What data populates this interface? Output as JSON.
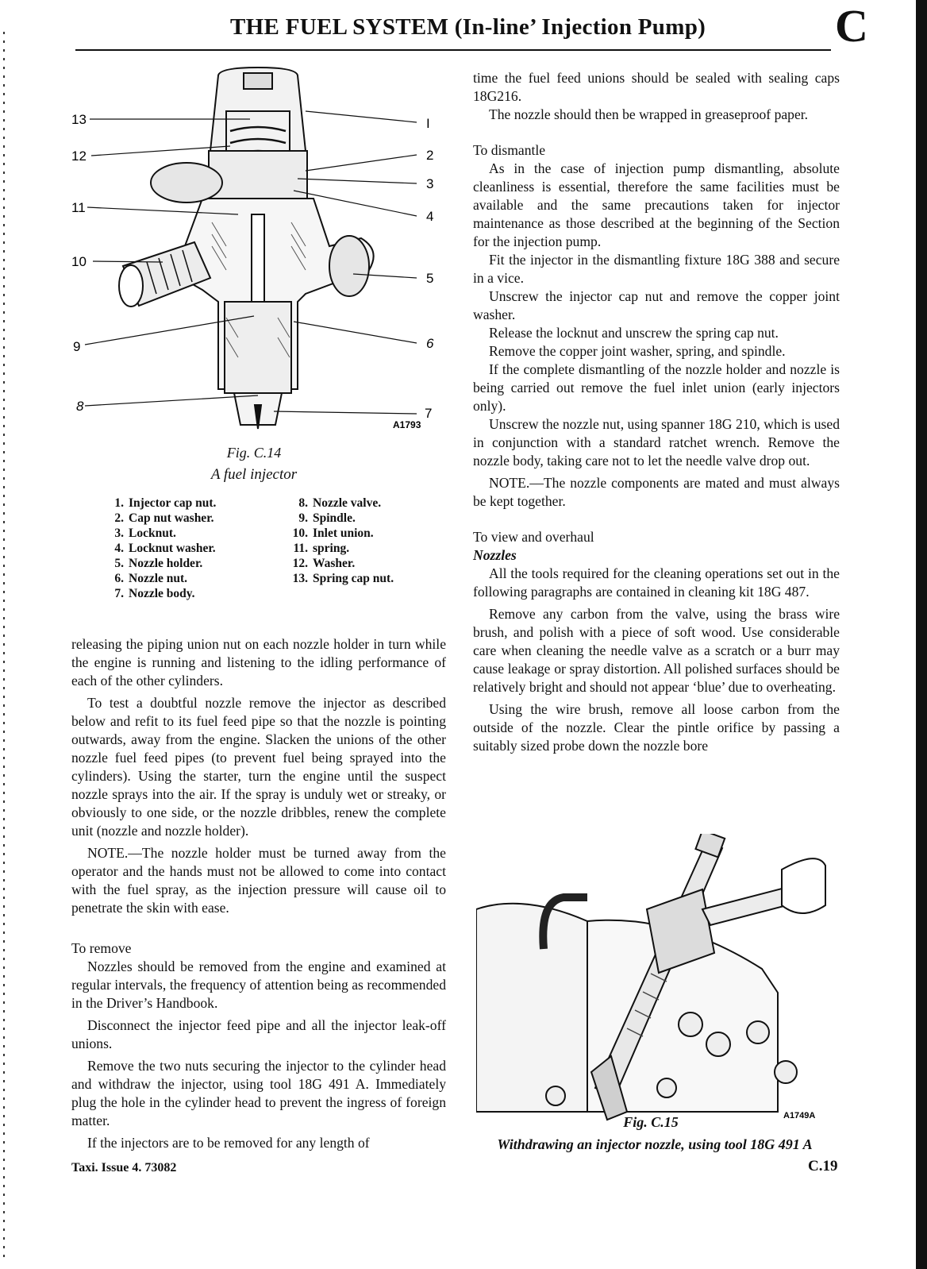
{
  "header": {
    "title": "THE FUEL SYSTEM (In-line’ Injection Pump)",
    "section": "C"
  },
  "figure14": {
    "label": "Fig. C.14",
    "title": "A fuel injector",
    "ref": "A1793",
    "callouts": [
      "13",
      "12",
      "11",
      "10",
      "9",
      "8",
      "I",
      "2",
      "3",
      "4",
      "5",
      "6",
      "7"
    ],
    "legend": [
      {
        "n": "1.",
        "t": "Injector cap nut."
      },
      {
        "n": "2.",
        "t": "Cap nut washer."
      },
      {
        "n": "3.",
        "t": "Locknut."
      },
      {
        "n": "4.",
        "t": "Locknut washer."
      },
      {
        "n": "5.",
        "t": "Nozzle holder."
      },
      {
        "n": "6.",
        "t": "Nozzle nut."
      },
      {
        "n": "7.",
        "t": "Nozzle body."
      },
      {
        "n": "8.",
        "t": "Nozzle valve."
      },
      {
        "n": "9.",
        "t": "Spindle."
      },
      {
        "n": "10.",
        "t": "Inlet union."
      },
      {
        "n": "11.",
        "t": "spring."
      },
      {
        "n": "12.",
        "t": "Washer."
      },
      {
        "n": "13.",
        "t": "Spring cap nut."
      }
    ]
  },
  "left_column": {
    "p1": "releasing the piping union nut on each nozzle holder in turn while the engine is running and listening to the idling performance of each of the other cylinders.",
    "p2": "To test a doubtful nozzle remove the injector as described below and refit to its fuel feed pipe so that the nozzle is pointing outwards, away from the engine. Slacken the unions of the other nozzle fuel feed pipes (to prevent fuel being sprayed into the cylinders). Using the starter, turn the engine until the suspect nozzle sprays into the air. If the spray is unduly wet or streaky, or obviously to one side, or the nozzle dribbles, renew the complete unit (nozzle and nozzle holder).",
    "p3": "NOTE.—The nozzle holder must be turned away from the operator and the hands must not be allowed to come into contact with the fuel spray, as the injection pressure will cause oil to penetrate the skin with ease.",
    "h_remove": "To remove",
    "p4": "Nozzles should be removed from the engine and examined at regular intervals, the frequency of attention being as recommended in the Driver’s Handbook.",
    "p5": "Disconnect the injector feed pipe and all the injector leak-off unions.",
    "p6": "Remove the two nuts securing the injector to the cylinder head and withdraw the injector, using tool 18G 491 A. Immediately plug the hole in the cylinder head to prevent the ingress of foreign matter.",
    "p7": "If the injectors are to be removed for any length of"
  },
  "right_column": {
    "p1": "time the fuel feed unions should be sealed with sealing caps 18G216.",
    "p2": "The nozzle should then be wrapped in greaseproof paper.",
    "h_dismantle": "To dismantle",
    "p3": "As in the case of injection pump dismantling, absolute cleanliness is essential, therefore the same facilities must be available and the same precautions taken for injector maintenance as those described at the beginning of the Section for the injection pump.",
    "p4": "Fit the injector in the dismantling fixture 18G 388 and secure in a vice.",
    "p5": "Unscrew the injector cap nut and remove the copper joint washer.",
    "p6": "Release the locknut and unscrew the spring cap nut.",
    "p7": "Remove the copper joint washer, spring, and spindle.",
    "p8": "If the complete dismantling of the nozzle holder and nozzle is being carried out remove the fuel inlet union (early injectors only).",
    "p9": "Unscrew the nozzle nut, using spanner 18G 210, which is used in conjunction with a standard ratchet wrench. Remove the nozzle body, taking care not to let the needle valve drop out.",
    "p10": "NOTE.––The nozzle components are mated and must always be kept together.",
    "h_overhaul": "To view and overhaul",
    "h_nozzles": "Nozzles",
    "p11": "All the tools required for the cleaning operations set out in the following paragraphs are contained in cleaning kit 18G 487.",
    "p12": "Remove any carbon from the valve, using the brass wire brush, and polish with a piece of soft wood. Use considerable care when cleaning the needle valve as a scratch or a burr may cause leakage or spray distortion. All polished surfaces should be relatively bright and should not appear ‘blue’ due to overheating.",
    "p13": "Using the wire brush, remove all loose carbon from the outside of the nozzle. Clear the pintle orifice by passing a suitably sized probe down the nozzle bore"
  },
  "figure15": {
    "label": "Fig. C.15",
    "title": "Withdrawing an injector nozzle, using tool 18G 491 A",
    "ref": "A1749A"
  },
  "footer": {
    "left": "Taxi. Issue 4. 73082",
    "page": "C.19"
  }
}
